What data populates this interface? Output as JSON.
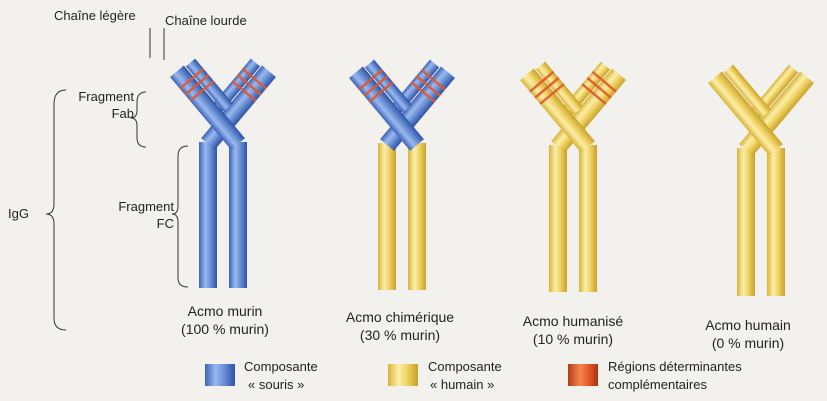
{
  "labels": {
    "light_chain": "Chaîne légère",
    "heavy_chain": "Chaîne lourde",
    "fab_line1": "Fragment",
    "fab_line2": "Fab",
    "fc_line1": "Fragment",
    "fc_line2": "FC",
    "igg": "IgG"
  },
  "antibodies": [
    {
      "name": "Acmo murin",
      "detail": "(100 % murin)"
    },
    {
      "name": "Acmo chimérique",
      "detail": "(30 % murin)"
    },
    {
      "name": "Acmo humanisé",
      "detail": "(10 % murin)"
    },
    {
      "name": "Acmo humain",
      "detail": "(0 % murin)"
    }
  ],
  "legend": {
    "mouse_line1": "Composante",
    "mouse_line2": "« souris »",
    "human_line1": "Composante",
    "human_line2": "« humain »",
    "cdr_line1": "Régions déterminantes",
    "cdr_line2": "complémentaires"
  },
  "colors": {
    "mouse": "#6f95d8",
    "human": "#f2d66a",
    "cdr": "#e2562a",
    "background": "#f3f1ee"
  }
}
